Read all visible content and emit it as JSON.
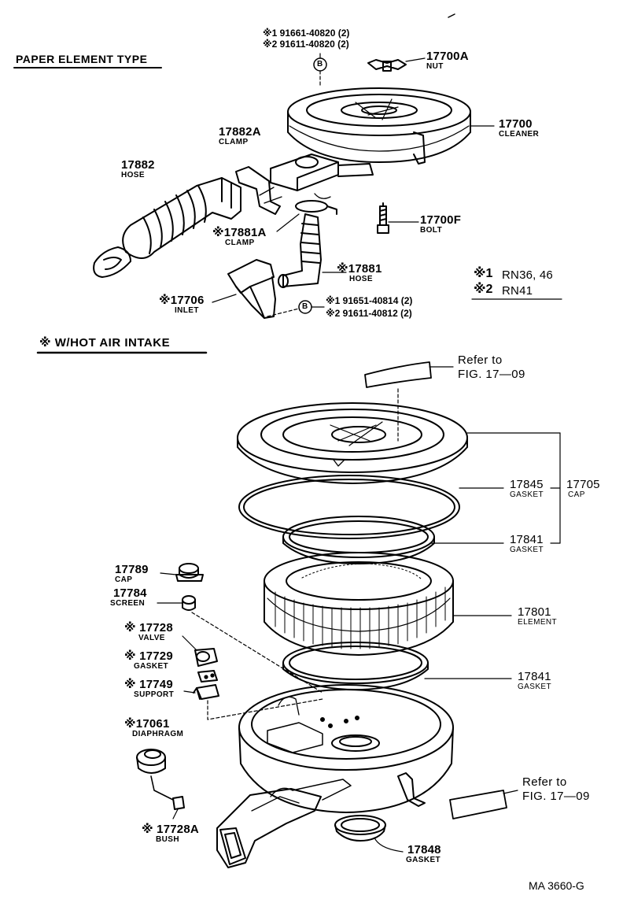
{
  "header": {
    "paper_element_type": "PAPER ELEMENT TYPE",
    "hot_air_intake": "※ W/HOT AIR INTAKE"
  },
  "upper_parts": {
    "bolts_top_1": "※1 91661-40820 (2)",
    "bolts_top_2": "※2 91611-40820 (2)",
    "marker_b": "B",
    "nut_pn": "17700A",
    "nut_name": "NUT",
    "cleaner_pn": "17700",
    "cleaner_name": "CLEANER",
    "clamp_pn": "17882A",
    "clamp_name": "CLAMP",
    "hose_pn": "17882",
    "hose_name": "HOSE",
    "clamp2_pn": "※17881A",
    "clamp2_name": "CLAMP",
    "bolt_pn": "17700F",
    "bolt_name": "BOLT",
    "hose2_pn": "※17881",
    "hose2_name": "HOSE",
    "inlet_pn": "※17706",
    "inlet_name": "INLET",
    "bolts_bot_1": "※1 91651-40814 (2)",
    "bolts_bot_2": "※2 91611-40812 (2)"
  },
  "legend": {
    "item1_mark": "※1",
    "item1_text": "RN36, 46",
    "item2_mark": "※2",
    "item2_text": "RN41"
  },
  "lower_parts": {
    "refer_top_1": "Refer to",
    "refer_top_2": "FIG. 17—09",
    "gasket_17845_pn": "17845",
    "gasket_17845_name": "GASKET",
    "cap_17705_pn": "17705",
    "cap_17705_name": "CAP",
    "gasket_17841a_pn": "17841",
    "gasket_17841a_name": "GASKET",
    "cap_17789_pn": "17789",
    "cap_17789_name": "CAP",
    "screen_pn": "17784",
    "screen_name": "SCREEN",
    "valve_pn": "※ 17728",
    "valve_name": "VALVE",
    "element_pn": "17801",
    "element_name": "ELEMENT",
    "gasket_17729_pn": "※ 17729",
    "gasket_17729_name": "GASKET",
    "gasket_17841b_pn": "17841",
    "gasket_17841b_name": "GASKET",
    "support_pn": "※ 17749",
    "support_name": "SUPPORT",
    "diaphragm_pn": "※17061",
    "diaphragm_name": "DIAPHRAGM",
    "refer_bot_1": "Refer to",
    "refer_bot_2": "FIG. 17—09",
    "bush_pn": "※ 17728A",
    "bush_name": "BUSH",
    "gasket_17848_pn": "17848",
    "gasket_17848_name": "GASKET"
  },
  "footer": {
    "code": "MA 3660-G"
  }
}
